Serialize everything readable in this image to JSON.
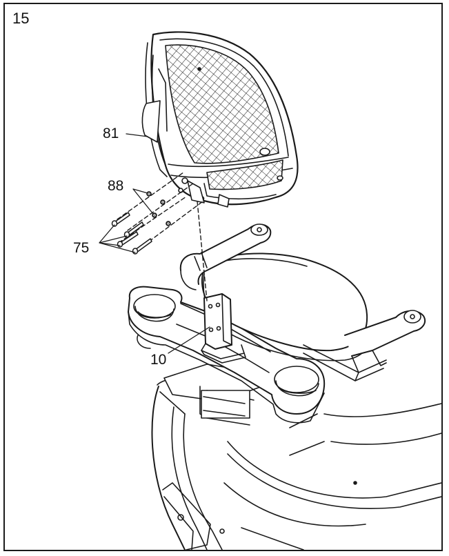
{
  "step": {
    "number": "15"
  },
  "callouts": {
    "seat_back": "81",
    "washers": "88",
    "bolts": "75",
    "seat_frame": "10"
  },
  "colors": {
    "line": "#1a1a1a",
    "background": "#ffffff"
  }
}
